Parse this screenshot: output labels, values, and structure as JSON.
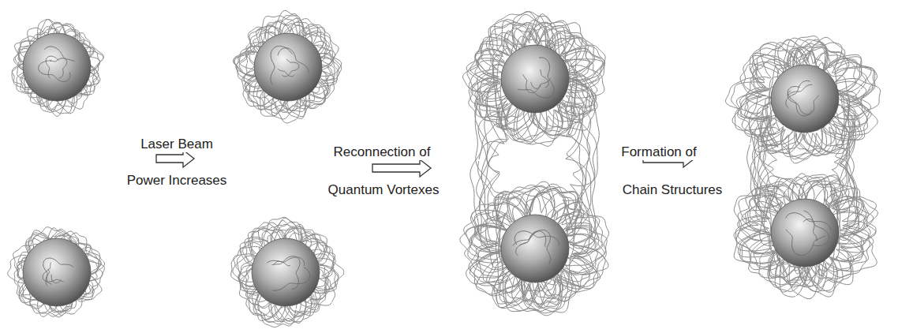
{
  "diagram": {
    "labels": [
      "Laser Beam",
      "Power Increases",
      "Reconnection of",
      "Quantum Vortexes",
      "Formation of",
      "Chain Structures"
    ]
  }
}
